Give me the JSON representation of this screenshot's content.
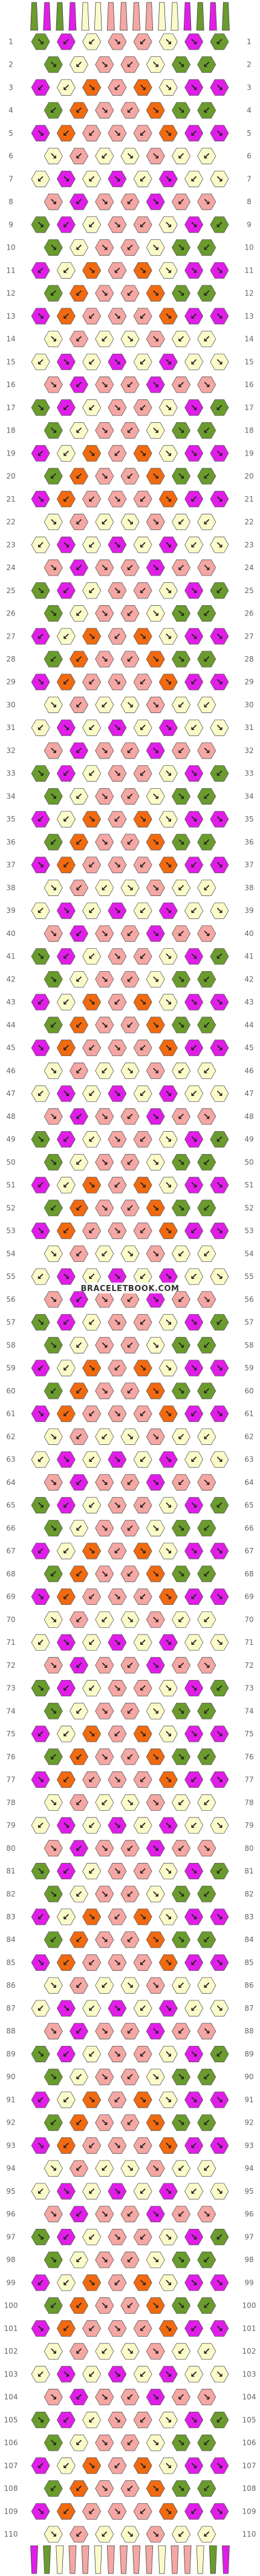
{
  "title": "",
  "watermark": "BRACELETBOOK.COM",
  "colors": {
    "A": "#6a9b2d",
    "B": "#e01ee8",
    "C": "#f4a7a3",
    "D": "#fbfbc9",
    "E": "#f16a10",
    "thread_stroke": "#444444",
    "knot_stroke": "#555555",
    "background": "#ffffff"
  },
  "diagram": {
    "type": "friendship-bracelet-pattern",
    "strings": 16,
    "knots_per_odd_row": 8,
    "knots_per_even_row": 7,
    "total_rows": 110,
    "row_numbers_left": true,
    "row_numbers_right": true,
    "top_thread_colors": [
      "A",
      "B",
      "A",
      "B",
      "D",
      "D",
      "C",
      "C",
      "C",
      "C",
      "D",
      "D",
      "B",
      "A",
      "B",
      "A"
    ],
    "bottom_thread_colors": [
      "B",
      "A",
      "D",
      "C",
      "C",
      "D",
      "C",
      "C",
      "C",
      "C",
      "D",
      "C",
      "C",
      "D",
      "A",
      "B"
    ],
    "arrow_symbols": {
      "forward": "↙",
      "backward": "↘",
      "forward_backward": "↲",
      "backward_forward": "↳"
    },
    "pattern_rows": [
      {
        "row": 1,
        "colors": [
          "A",
          "B",
          "D",
          "C",
          "C",
          "D",
          "B",
          "A"
        ],
        "arrows": [
          "↘",
          "↙",
          "↙",
          "↘",
          "↙",
          "↘",
          "↘",
          "↙"
        ]
      },
      {
        "row": 2,
        "colors": [
          "A",
          "D",
          "C",
          "C",
          "D",
          "A",
          "A"
        ],
        "arrows": [
          "↘",
          "↙",
          "↘",
          "↙",
          "↘",
          "↘",
          "↙"
        ]
      },
      {
        "row": 3,
        "colors": [
          "B",
          "D",
          "E",
          "C",
          "E",
          "D",
          "B",
          "B"
        ],
        "arrows": [
          "↙",
          "↙",
          "↘",
          "↙",
          "↘",
          "↘",
          "↘",
          "↘"
        ]
      },
      {
        "row": 4,
        "colors": [
          "A",
          "E",
          "C",
          "C",
          "E",
          "A",
          "A"
        ],
        "arrows": [
          "↙",
          "↙",
          "↘",
          "↙",
          "↘",
          "↘",
          "↙"
        ]
      },
      {
        "row": 5,
        "colors": [
          "B",
          "E",
          "C",
          "C",
          "C",
          "E",
          "B",
          "B"
        ],
        "arrows": [
          "↘",
          "↙",
          "↙",
          "↘",
          "↙",
          "↘",
          "↙",
          "↘"
        ]
      },
      {
        "row": 6,
        "colors": [
          "D",
          "C",
          "D",
          "D",
          "C",
          "D",
          "D"
        ],
        "arrows": [
          "↘",
          "↙",
          "↙",
          "↘",
          "↘",
          "↙",
          "↙"
        ]
      },
      {
        "row": 7,
        "colors": [
          "D",
          "B",
          "D",
          "B",
          "D",
          "B",
          "D",
          "D"
        ],
        "arrows": [
          "↙",
          "↘",
          "↙",
          "↘",
          "↙",
          "↘",
          "↙",
          "↘"
        ]
      },
      {
        "row": 8,
        "colors": [
          "C",
          "B",
          "C",
          "C",
          "B",
          "C",
          "C"
        ],
        "arrows": [
          "↘",
          "↙",
          "↘",
          "↙",
          "↘",
          "↙",
          "↘"
        ]
      }
    ]
  },
  "row_numbers": [
    "1",
    "2",
    "3",
    "4",
    "5",
    "6",
    "7",
    "8",
    "9",
    "10",
    "11",
    "12",
    "13",
    "14",
    "15",
    "16",
    "17",
    "18",
    "19",
    "20",
    "21",
    "22",
    "23",
    "24",
    "25",
    "26",
    "27",
    "28",
    "29",
    "30",
    "31",
    "32",
    "33",
    "34",
    "35",
    "36",
    "37",
    "38",
    "39",
    "40",
    "41",
    "42",
    "43",
    "44",
    "45",
    "46",
    "47",
    "48",
    "49",
    "50",
    "51",
    "52",
    "53",
    "54",
    "55",
    "56",
    "57",
    "58",
    "59",
    "60",
    "61",
    "62",
    "63",
    "64",
    "65",
    "66",
    "67",
    "68",
    "69",
    "70",
    "71",
    "72",
    "73",
    "74",
    "75",
    "76",
    "77",
    "78",
    "79",
    "80",
    "81",
    "82",
    "83",
    "84",
    "85",
    "86",
    "87",
    "88",
    "89",
    "90",
    "91",
    "92",
    "93",
    "94",
    "95",
    "96",
    "97",
    "98",
    "99",
    "100",
    "101",
    "102",
    "103",
    "104",
    "105",
    "106",
    "107",
    "108",
    "109",
    "110"
  ]
}
